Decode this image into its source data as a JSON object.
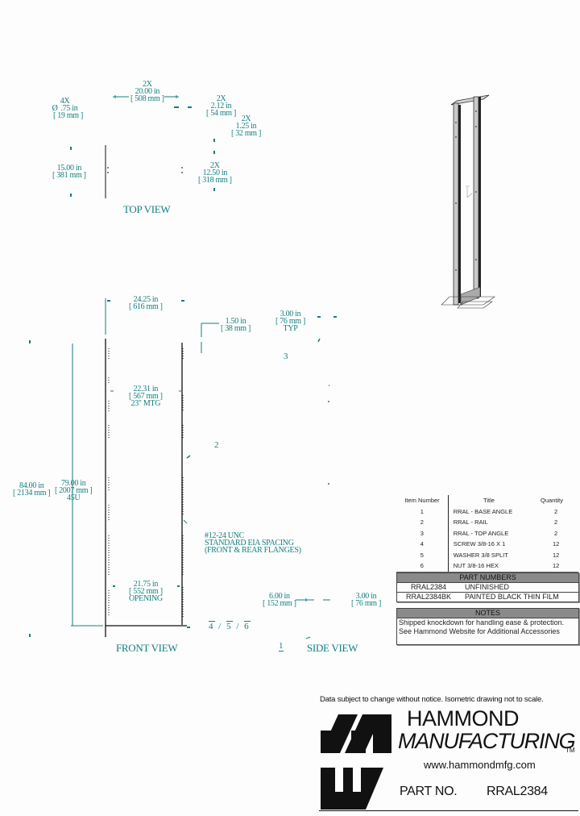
{
  "colors": {
    "dimension": "#137f7f",
    "outline": "#111111",
    "table_header_bg": "#8a8a8a",
    "background": "#fdfdfd"
  },
  "top_view": {
    "label": "TOP VIEW",
    "dims": {
      "hole": {
        "count": "4X",
        "symbol": "Ø",
        "in": ".75 in",
        "mm": "[ 19 mm ]"
      },
      "width": {
        "count": "2X",
        "in": "20.00 in",
        "mm": "[ 508 mm ]"
      },
      "flange": {
        "count": "2X",
        "in": "2.12 in",
        "mm": "[ 54 mm ]"
      },
      "slot": {
        "count": "2X",
        "in": "1.25 in",
        "mm": "[ 32 mm ]"
      },
      "depth": {
        "in": "15.00 in",
        "mm": "[ 381 mm ]"
      },
      "spacing": {
        "count": "2X",
        "in": "12.50 in",
        "mm": "[ 318 mm ]"
      }
    }
  },
  "front_view": {
    "label": "FRONT VIEW",
    "dims": {
      "overall_width": {
        "in": "24.25 in",
        "mm": "[ 616 mm ]"
      },
      "mtg": {
        "in": "22.31 in",
        "mm": "[ 567 mm ]",
        "note": "23\" MTG"
      },
      "overall_height": {
        "in": "84.00 in",
        "mm": "[ 2134 mm ]"
      },
      "usable_height": {
        "in": "79.00 in",
        "mm": "[ 2007 mm ]",
        "note": "45U"
      },
      "opening": {
        "in": "21.75 in",
        "mm": "[ 552 mm ]",
        "note": "OPENING"
      },
      "rail_width": {
        "in": "1.50 in",
        "mm": "[ 38 mm ]"
      }
    },
    "tapping_note": [
      "#12-24 UNC",
      "STANDARD EIA SPACING",
      "(FRONT & REAR FLANGES)"
    ],
    "balloons": [
      "2",
      "4",
      "5",
      "6"
    ]
  },
  "side_view": {
    "label": "SIDE VIEW",
    "dims": {
      "rail_depth": {
        "in": "3.00 in",
        "mm": "[ 76 mm ]",
        "note": "TYP"
      },
      "base_depth": {
        "in": "6.00 in",
        "mm": "[ 152 mm ]"
      },
      "base_flange": {
        "in": "3.00 in",
        "mm": "[ 76 mm ]"
      }
    },
    "balloons": [
      "1",
      "3"
    ]
  },
  "bom": {
    "headers": [
      "Item Number",
      "Title",
      "Quantity"
    ],
    "rows": [
      {
        "item": "1",
        "title": "RRAL - BASE ANGLE",
        "qty": "2"
      },
      {
        "item": "2",
        "title": "RRAL - RAIL",
        "qty": "2"
      },
      {
        "item": "3",
        "title": "RRAL - TOP ANGLE",
        "qty": "2"
      },
      {
        "item": "4",
        "title": "SCREW 3/8-16 X 1",
        "qty": "12"
      },
      {
        "item": "5",
        "title": "WASHER 3/8 SPLIT",
        "qty": "12"
      },
      {
        "item": "6",
        "title": "NUT 3/8-16 HEX",
        "qty": "12"
      }
    ]
  },
  "part_numbers": {
    "header": "PART NUMBERS",
    "rows": [
      {
        "pn": "RRAL2384",
        "desc": "UNFINISHED"
      },
      {
        "pn": "RRAL2384BK",
        "desc": "PAINTED BLACK THIN FILM"
      }
    ]
  },
  "notes": {
    "header": "NOTES",
    "lines": [
      "Shipped knockdown for handling ease & protection.",
      "See Hammond Website for Additional Accessories"
    ]
  },
  "title_block": {
    "disclaimer": "Data subject to change without notice. Isometric drawing not to scale.",
    "brand_line1": "HAMMOND",
    "brand_line2": "MANUFACTURING",
    "trademark": "TM",
    "website": "www.hammondmfg.com",
    "part_no_label": "PART NO.",
    "part_no_value": "RRAL2384"
  }
}
